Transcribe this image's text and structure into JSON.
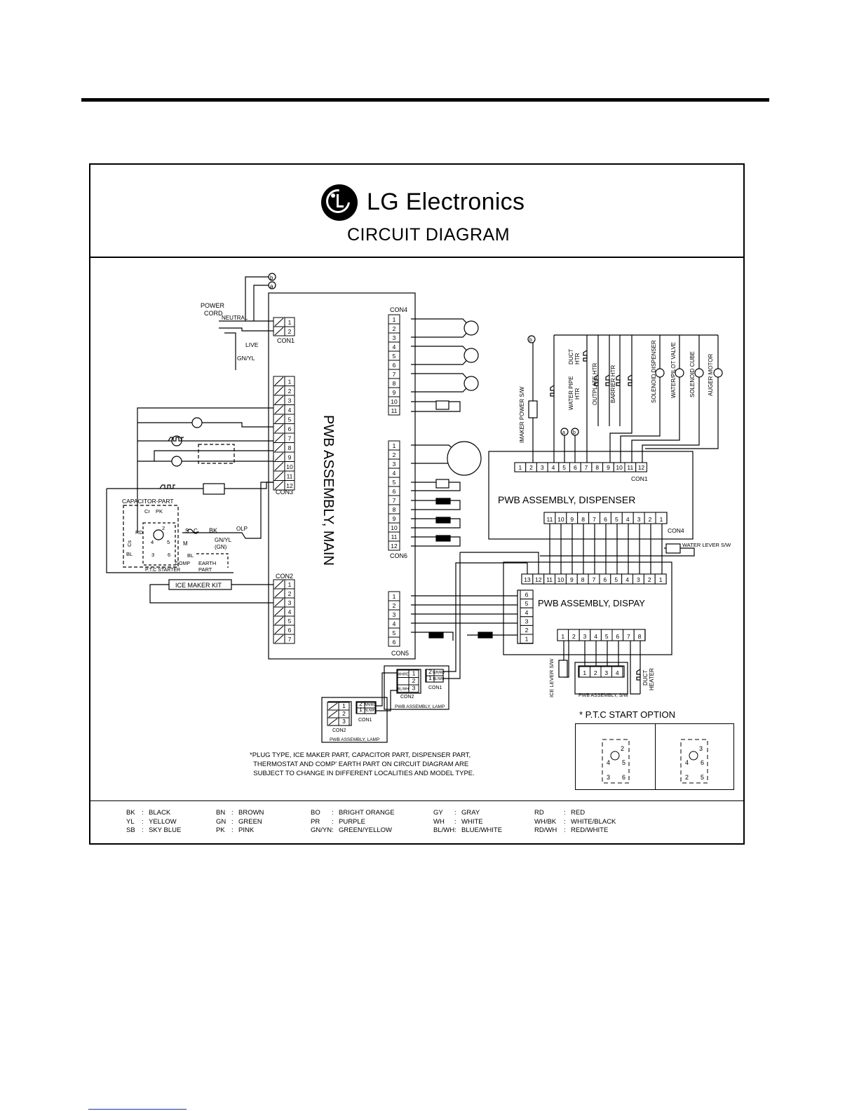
{
  "header": {
    "brand_name": "LG Electronics",
    "logo_icon": "lg-logo-icon",
    "title": "CIRCUIT DIAGRAM"
  },
  "main_board": {
    "label": "PWB ASSEMBLY, MAIN",
    "connectors": {
      "con1": {
        "label": "CON1",
        "pins": [
          "1",
          "2"
        ]
      },
      "con2": {
        "label": "CON2",
        "pins": [
          "1",
          "2",
          "3",
          "4",
          "5",
          "6",
          "7"
        ]
      },
      "con3": {
        "label": "CON3",
        "pins": [
          "1",
          "2",
          "3",
          "4",
          "5",
          "6",
          "7",
          "8",
          "9",
          "10",
          "11",
          "12"
        ]
      },
      "con4": {
        "label": "CON4",
        "pins": [
          "1",
          "2",
          "3",
          "4",
          "5",
          "6",
          "7",
          "8",
          "9",
          "10",
          "11"
        ]
      },
      "con5": {
        "label": "CON5",
        "pins": [
          "1",
          "2",
          "3",
          "4",
          "5",
          "6"
        ]
      },
      "con6": {
        "label": "CON6",
        "pins": [
          "1",
          "2",
          "3",
          "4",
          "5",
          "6",
          "7",
          "8",
          "9",
          "10",
          "11",
          "12"
        ]
      }
    }
  },
  "power": {
    "cord_label_1": "POWER",
    "cord_label_2": "CORD",
    "neutral": "NEUTRAL",
    "live": "LIVE",
    "ground": "GN/YL",
    "tap_a": "a",
    "tap_b": "b"
  },
  "compressor": {
    "capacitor_part": "CAPACITOR-PART",
    "cr": "Cr",
    "pk": "PK",
    "rd": "RD",
    "bl": "BL",
    "bl2": "BL",
    "cs": "Cs",
    "ptc_starter": "P.T.C STARTER",
    "comp": "COMP",
    "earth_1": "EARTH",
    "earth_2": "PART",
    "bk": "BK",
    "olp": "OLP",
    "gnyl": "GN/YL",
    "gn": "(GN)",
    "s": "S",
    "c": "C",
    "m": "M",
    "pin_2": "2",
    "pin_4": "4",
    "pin_5": "5",
    "pin_3": "3",
    "pin_6": "6"
  },
  "ice_maker_kit": "ICE MAKER KIT",
  "dispenser_board": {
    "label": "PWB ASSEMBLY, DISPENSER",
    "con1_label": "CON1",
    "con1_pins": [
      "1",
      "2",
      "3",
      "4",
      "5",
      "6",
      "7",
      "8",
      "9",
      "10",
      "11",
      "12"
    ],
    "con4_label": "CON4",
    "con4_pins": [
      "11",
      "10",
      "9",
      "8",
      "7",
      "6",
      "5",
      "4",
      "3",
      "2",
      "1"
    ],
    "loads": {
      "imaker_power_sw": "IMAKER POWER S/W",
      "water_pipe_htr_1": "WATER PIPE",
      "water_pipe_htr_2": "HTR",
      "duct_htr_1": "DUCT",
      "duct_htr_2": "HTR",
      "outplate_htr": "OUTPLATE HTR",
      "barrier_htr": "BARRIER HTR",
      "solenoid_dispenser": "SOLENOID DISPENSER",
      "water_pilot_valve": "WATER/PILOT VALVE",
      "solenoid_cube": "SOLENOID CUBE",
      "auger_motor": "AUGER MOTOR",
      "tap_a": "a",
      "tap_b": "b"
    },
    "water_lever_sw": "WATER LEVER S/W"
  },
  "display_board": {
    "label": "PWB ASSEMBLY, DISPAY",
    "top_pins": [
      "13",
      "12",
      "11",
      "10",
      "9",
      "8",
      "7",
      "6",
      "5",
      "4",
      "3",
      "2",
      "1"
    ],
    "left_pins": [
      "6",
      "5",
      "4",
      "3",
      "2",
      "1"
    ],
    "bottom_pins": [
      "1",
      "2",
      "3",
      "4",
      "5",
      "6",
      "7",
      "8"
    ],
    "ice_lever_sw": "ICE LEVER S/W",
    "sw_board_label": "PWB ASSEMBLY, S/W",
    "sw_pins": [
      "1",
      "2",
      "3",
      "4"
    ],
    "duct_heater_1": "DUCT",
    "duct_heater_2": "HEATER"
  },
  "lamp_boards": [
    {
      "label": "PWB ASSEMBLY, LAMP",
      "con1_label": "CON1",
      "con1_pins": [
        "2",
        "1"
      ],
      "con1_colors": [
        "WH/RD",
        "BL/WH"
      ],
      "con2_label": "CON2",
      "con2_pins": [
        "1",
        "2",
        "3"
      ],
      "con2_colors": [
        "WH/RD",
        "",
        "BL/WH"
      ]
    },
    {
      "label": "PWB ASSEMBLY, LAMP",
      "con1_label": "CON1",
      "con1_pins": [
        "2",
        "1"
      ],
      "con1_colors": [
        "WH/RD",
        "BL/WH"
      ],
      "con2_label": "CON2",
      "con2_pins": [
        "1",
        "2",
        "3"
      ]
    }
  ],
  "footnote": "*PLUG TYPE, ICE MAKER PART, CAPACITOR PART, DISPENSER PART,\n  THERMOSTAT AND COMP' EARTH PART ON CIRCUIT DIAGRAM ARE\n  SUBJECT TO CHANGE IN DIFFERENT LOCALITIES AND MODEL TYPE.",
  "ptc_option": {
    "title": "* P.T.C   START OPTION",
    "left": {
      "p1": "2",
      "p2": "4",
      "p3": "5",
      "p4": "3",
      "p5": "6"
    },
    "right": {
      "p1": "3",
      "p2": "4",
      "p3": "6",
      "p4": "2",
      "p5": "5"
    }
  },
  "color_legend": [
    [
      {
        "code": "BK",
        "name": "BLACK"
      },
      {
        "code": "YL",
        "name": "YELLOW"
      },
      {
        "code": "SB",
        "name": "SKY BLUE"
      }
    ],
    [
      {
        "code": "BN",
        "name": "BROWN"
      },
      {
        "code": "GN",
        "name": "GREEN"
      },
      {
        "code": "PK",
        "name": "PINK"
      }
    ],
    [
      {
        "code": "BO",
        "name": "BRIGHT ORANGE"
      },
      {
        "code": "PR",
        "name": "PURPLE"
      },
      {
        "code": "GN/YN",
        "name": "GREEN/YELLOW"
      }
    ],
    [
      {
        "code": "GY",
        "name": "GRAY"
      },
      {
        "code": "WH",
        "name": "WHITE"
      },
      {
        "code": "BL/WH",
        "name": "BLUE/WHITE"
      }
    ],
    [
      {
        "code": "RD",
        "name": "RED"
      },
      {
        "code": "WH/BK",
        "name": "WHITE/BLACK"
      },
      {
        "code": "RD/WH",
        "name": "RED/WHITE"
      }
    ]
  ]
}
